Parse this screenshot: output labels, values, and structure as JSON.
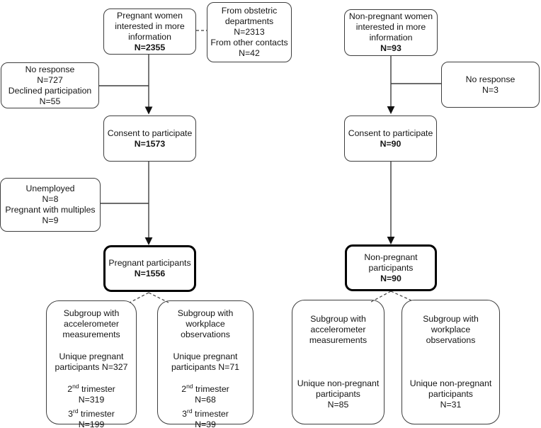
{
  "diagram": {
    "background": "#ffffff",
    "stroke_color": "#3d3d3d",
    "bold_stroke_color": "#000000",
    "text_color": "#141414"
  },
  "nodes": {
    "pregnant_info": {
      "line1": "Pregnant women",
      "line2": "interested in more",
      "line3": "information",
      "n": "N=2355"
    },
    "recruit_sources": {
      "line1": "From obstetric",
      "line2": "departments",
      "line3": "N=2313",
      "line4": "From other contacts",
      "line5": "N=42"
    },
    "nonpregnant_info": {
      "line1": "Non-pregnant women",
      "line2": "interested in more",
      "line3": "information",
      "n": "N=93"
    },
    "no_response_pregnant": {
      "line1": "No response",
      "line2": "N=727",
      "line3": "Declined participation",
      "line4": "N=55"
    },
    "no_response_nonpregnant": {
      "line1": "No response",
      "line2": "N=3"
    },
    "consent_pregnant": {
      "line1": "Consent to participate",
      "n": "N=1573"
    },
    "consent_nonpregnant": {
      "line1": "Consent to participate",
      "n": "N=90"
    },
    "excluded_pregnant": {
      "line1": "Unemployed",
      "line2": "N=8",
      "line3": "Pregnant with multiples",
      "line4": "N=9"
    },
    "pregnant_participants": {
      "line1": "Pregnant participants",
      "n": "N=1556"
    },
    "nonpregnant_participants": {
      "line1": "Non-pregnant",
      "line2": "participants",
      "n": "N=90"
    },
    "subgroup_accel_pregnant": {
      "title1": "Subgroup with",
      "title2": "accelerometer",
      "title3": "measurements",
      "unique1": "Unique pregnant",
      "unique2": "participants N=327",
      "tri2_base": "2",
      "tri2_sup": "nd",
      "tri2_rest": " trimester",
      "tri2_n": "N=319",
      "tri3_base": "3",
      "tri3_sup": "rd",
      "tri3_rest": " trimester",
      "tri3_n": "N=199"
    },
    "subgroup_workplace_pregnant": {
      "title1": "Subgroup with",
      "title2": "workplace",
      "title3": "observations",
      "unique1": "Unique pregnant",
      "unique2": "participants N=71",
      "tri2_base": "2",
      "tri2_sup": "nd",
      "tri2_rest": " trimester",
      "tri2_n": "N=68",
      "tri3_base": "3",
      "tri3_sup": "rd",
      "tri3_rest": " trimester",
      "tri3_n": "N=39"
    },
    "subgroup_accel_nonpregnant": {
      "title1": "Subgroup with",
      "title2": "accelerometer",
      "title3": "measurements",
      "unique1": "Unique non-pregnant",
      "unique2": "participants",
      "unique3": "N=85"
    },
    "subgroup_workplace_nonpregnant": {
      "title1": "Subgroup with",
      "title2": "workplace",
      "title3": "observations",
      "unique1": "Unique non-pregnant",
      "unique2": "participants",
      "unique3": "N=31"
    }
  }
}
